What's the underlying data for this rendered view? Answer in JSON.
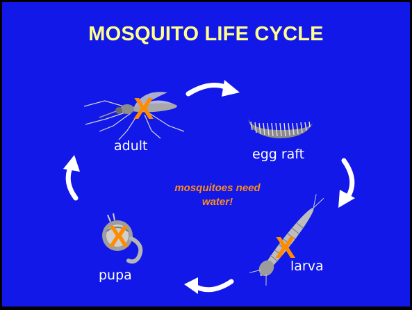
{
  "title": "MOSQUITO LIFE CYCLE",
  "stages": {
    "adult": "adult",
    "egg_raft": "egg raft",
    "larva": "larva",
    "pupa": "pupa"
  },
  "center_note": {
    "line1": "mosquitoes need",
    "line2": "water!"
  },
  "x_marks": {
    "adult": "X",
    "pupa": "X",
    "larva": "X"
  },
  "colors": {
    "background": "#1218e8",
    "title": "#ffff8c",
    "note": "#ff8c1a",
    "x_mark": "#ff8c00",
    "arrows": "#ffffff"
  }
}
